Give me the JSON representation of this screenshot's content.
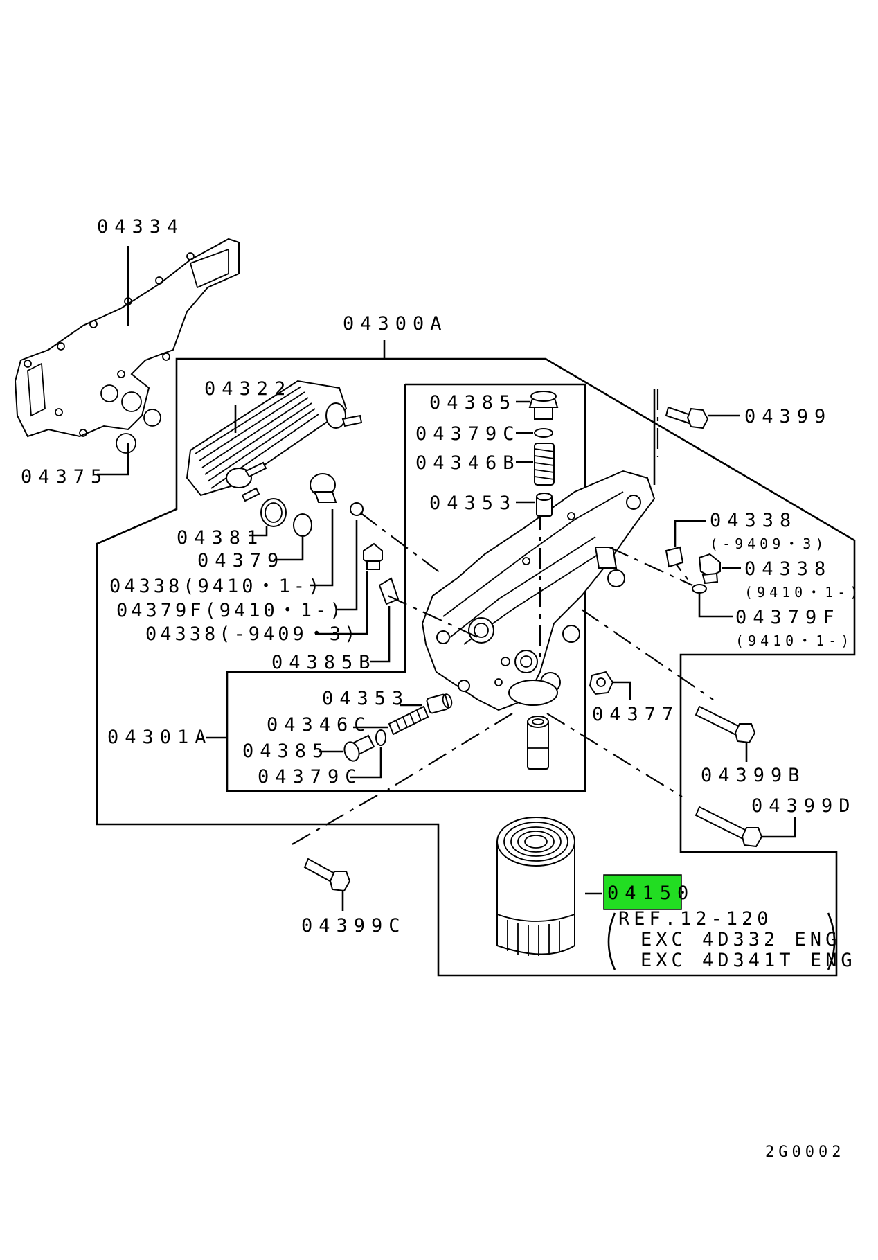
{
  "labels": {
    "p04334": "04334",
    "p04300A": "04300A",
    "p04322": "04322",
    "p04375": "04375",
    "p04381": "04381",
    "p04379": "04379",
    "p04338_a": "04338(9410・1-)",
    "p04379F_a": "04379F(9410・1-)",
    "p04338_b": "04338(-9409・3)",
    "p04385B": "04385B",
    "p04385_top": "04385",
    "p04379C_top": "04379C",
    "p04346B": "04346B",
    "p04353_top": "04353",
    "p04399": "04399",
    "p04338_r1": "04338",
    "p04338_r1_note": "(-9409・3)",
    "p04338_r2": "04338",
    "p04338_r2_note": "(9410・1-)",
    "p04379F_r": "04379F",
    "p04379F_r_note": "(9410・1-)",
    "p04377": "04377",
    "p04353_b": "04353",
    "p04346C": "04346C",
    "p04301A": "04301A",
    "p04385_b": "04385",
    "p04379C_b": "04379C",
    "p04399B": "04399B",
    "p04399D": "04399D",
    "p04399C": "04399C",
    "p04150": "04150",
    "ref_line1": "REF.12-120",
    "ref_line2": "EXC 4D332 ENG",
    "ref_line3": "EXC 4D341T ENG",
    "drawing_code": "2G0002"
  },
  "colors": {
    "highlight": "#22dd22",
    "line": "#000000",
    "background": "#ffffff"
  }
}
